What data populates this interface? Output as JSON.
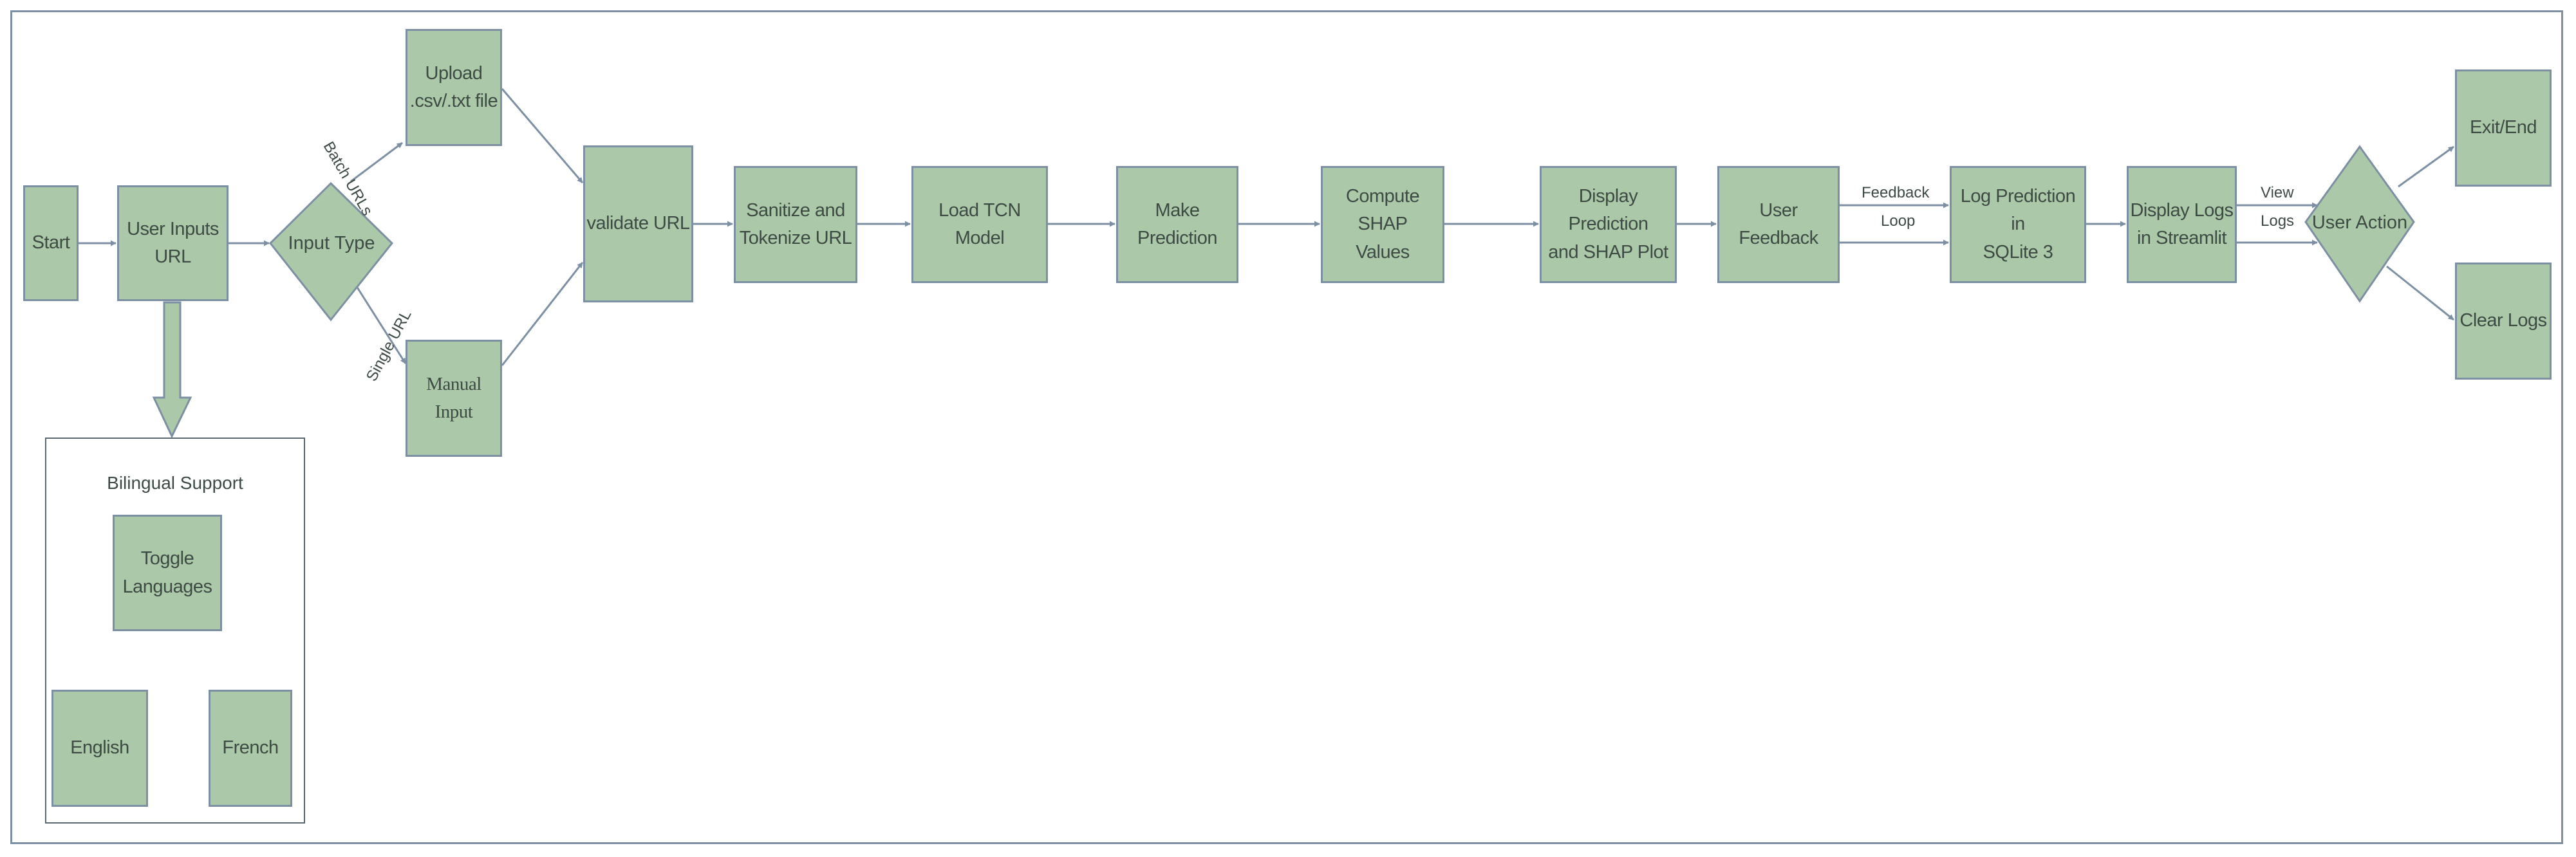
{
  "nodes": {
    "start": "Start",
    "user_inputs_url": "User Inputs\nURL",
    "input_type": "Input Type",
    "upload_file": "Upload\n.csv/.txt file",
    "manual_input": "Manual Input",
    "validate_url": "validate URL",
    "sanitize_tokenize": "Sanitize and\nTokenize URL",
    "load_tcn_model": "Load TCN Model",
    "make_prediction": "Make Prediction",
    "compute_shap": "Compute SHAP\nValues",
    "display_prediction": "Display Prediction\nand SHAP Plot",
    "user_feedback": "User Feedback",
    "log_prediction": "Log Prediction in\nSQLite 3",
    "display_logs": "Display Logs\nin Streamlit",
    "user_action": "User Action",
    "exit_end": "Exit/End",
    "clear_logs": "Clear Logs"
  },
  "bilingual": {
    "title": "Bilingual Support",
    "toggle": "Toggle\nLanguages",
    "english": "English",
    "french": "French"
  },
  "edge_labels": {
    "batch_urls": "Batch URLs",
    "single_url": "Single URL",
    "feedback": "Feedback",
    "loop": "Loop",
    "view": "View",
    "logs": "Logs"
  },
  "colors": {
    "node_fill": "#abc9a9",
    "node_stroke": "#7d8fa3",
    "text": "#3e4a44"
  }
}
